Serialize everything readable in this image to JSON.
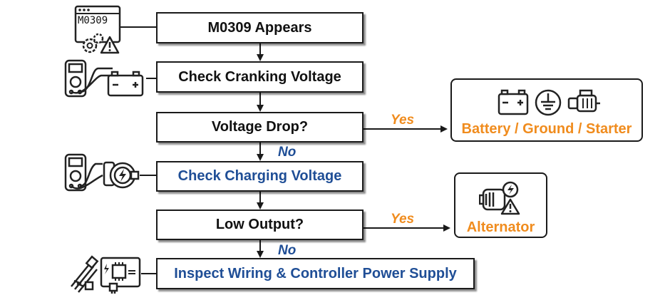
{
  "nodes": {
    "n1": "M0309 Appears",
    "n2": "Check Cranking Voltage",
    "n3": "Voltage Drop?",
    "n4": "Check Charging Voltage",
    "n5": "Low Output?",
    "n6": "Inspect Wiring & Controller Power Supply"
  },
  "outcomes": {
    "o1": "Battery / Ground / Starter",
    "o2": "Alternator"
  },
  "edge_labels": {
    "yes1": "Yes",
    "no1": "No",
    "yes2": "Yes",
    "no2": "No"
  },
  "icon_labels": {
    "code_screen_text": "M0309"
  },
  "colors": {
    "blue": "#1f4e96",
    "orange": "#f08c1e",
    "line": "#1a1a1a"
  },
  "icons": [
    "code-screen-icon",
    "multimeter-battery-icon",
    "multimeter-alternator-icon",
    "wiring-controller-icon",
    "battery-icon",
    "ground-icon",
    "starter-icon",
    "alternator-warning-icon"
  ]
}
